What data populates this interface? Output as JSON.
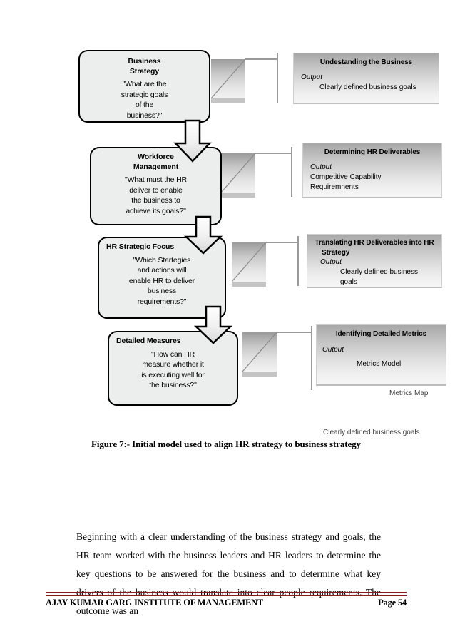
{
  "figure": {
    "flow_boxes": [
      {
        "title": "Business\nStrategy",
        "title_line1": "Business",
        "title_line2": "Strategy",
        "question": "\"What are the\nstrategic goals\nof the\nbusiness?\"",
        "q_line1": "\"What are the",
        "q_line2": "strategic goals",
        "q_line3": "of the",
        "q_line4": "business?\""
      },
      {
        "title_line1": "Workforce",
        "title_line2": "Management",
        "q_line1": "\"What must the HR",
        "q_line2": "deliver to enable",
        "q_line3": "the business  to",
        "q_line4": "achieve its goals?\""
      },
      {
        "title_line1": "HR Strategic Focus",
        "title_line2": "",
        "q_line1": "\"Which Startegies",
        "q_line2": "and actions will",
        "q_line3": "enable HR to deliver",
        "q_line4": "business",
        "q_line5": "requirements?\""
      },
      {
        "title_line1": "Detailed Measures",
        "title_line2": "",
        "q_line1": "\"How can HR",
        "q_line2": "measure whether it",
        "q_line3": "is executing well for",
        "q_line4": "the business?\""
      }
    ],
    "stage_boxes": [
      {
        "title": "Undestanding the Business",
        "output_label": "Output",
        "lines": [
          "Clearly defined business goals"
        ]
      },
      {
        "title": "Determining HR Deliverables",
        "output_label": "Output",
        "lines": [
          "Competitive Capability",
          "Requiremnents"
        ]
      },
      {
        "title_line1": "Translating HR Deliverables into HR",
        "title_line2": "Strategy",
        "output_label": "Output",
        "lines": [
          "Clearly defined business goals"
        ]
      },
      {
        "title": "Identifying Detailed Metrics",
        "output_label": "Output",
        "lines": [
          "Metrics Model"
        ]
      }
    ],
    "labels": {
      "metrics_map": "Metrics Map",
      "stray_goals": "Clearly defined business goals"
    },
    "caption": "Figure 7:- Initial model used to align HR strategy to business strategy"
  },
  "content": {
    "paragraph": "Beginning with a clear understanding of the business strategy and goals, the HR team worked with the business leaders and HR leaders to determine the key questions to be answered for the business and to determine what key drivers of the business would translate into clear people requirements. The outcome was an"
  },
  "footer": {
    "institute": "AJAY KUMAR GARG INSTITUTE OF MANAGEMENT",
    "page": "Page 54",
    "rule_color": "#8b1a1a"
  }
}
